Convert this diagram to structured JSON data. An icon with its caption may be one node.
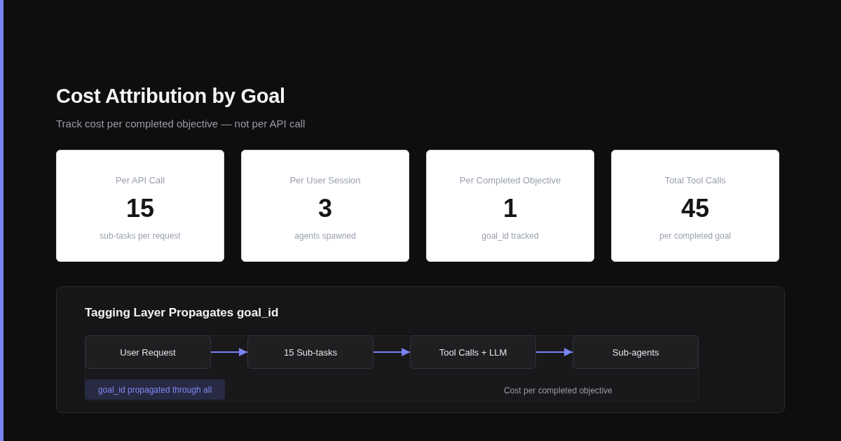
{
  "diagram": {
    "title": "Cost Attribution by Goal",
    "nodes": [
      {
        "text": [
          "Per API Call",
          "15",
          "sub-tasks per request"
        ]
      },
      {
        "text": [
          "Per User Session",
          "3",
          "agents spawned"
        ]
      },
      {
        "text": [
          "Per Completed Objective",
          "1",
          "goal_id tracked"
        ]
      },
      {
        "text": [
          "Total Tool Calls",
          "45",
          "per completed goal"
        ]
      },
      {
        "text": [
          "Tagging Layer Propagates goal_id"
        ]
      },
      {
        "text": [
          "Cost per completed objective"
        ],
        "in": 4
      },
      {
        "text": [
          "User Request"
        ],
        "in": 5
      },
      {
        "text": [
          "15 Sub-tasks"
        ],
        "in": 5
      },
      {
        "text": [
          "Tool Calls + LLM"
        ],
        "in": 5
      },
      {
        "text": [
          "Sub-agents"
        ],
        "in": 5
      },
      {
        "text": [
          "goal_id propagated through all"
        ],
        "in": 5
      }
    ],
    "edges": [
      {
        "from": 6,
        "to": 7,
        "arrow": "to"
      },
      {
        "from": 7,
        "to": 8,
        "arrow": "to"
      },
      {
        "from": 8,
        "to": 9,
        "arrow": "to"
      }
    ],
    "labels": [
      "Track cost per completed objective — not per API call"
    ]
  }
}
